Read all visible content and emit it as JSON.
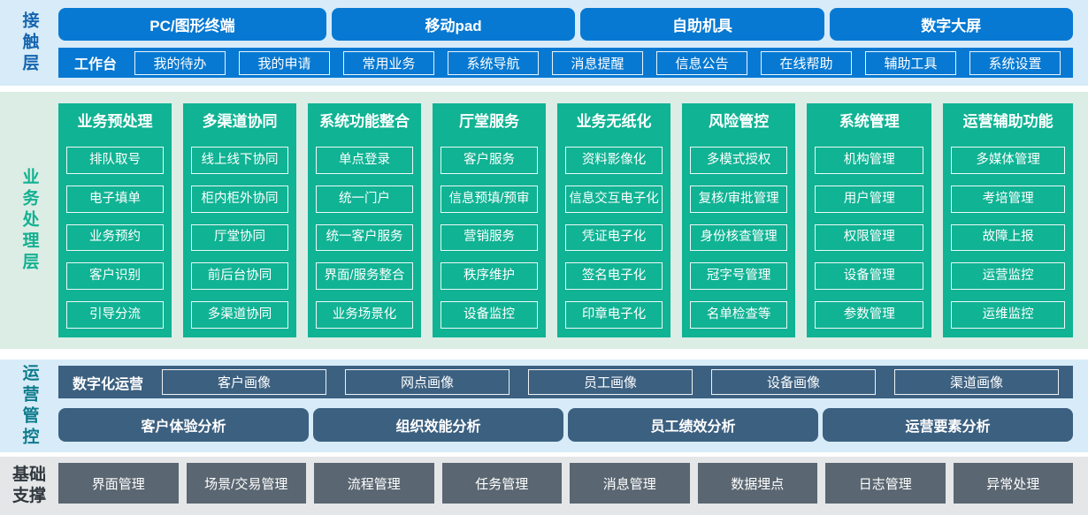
{
  "contact": {
    "label": "接触层",
    "channels": [
      "PC/图形终端",
      "移动pad",
      "自助机具",
      "数字大屏"
    ],
    "workbench": {
      "label": "工作台",
      "items": [
        "我的待办",
        "我的申请",
        "常用业务",
        "系统导航",
        "消息提醒",
        "信息公告",
        "在线帮助",
        "辅助工具",
        "系统设置"
      ]
    }
  },
  "business": {
    "label": "业务处理层",
    "columns": [
      {
        "title": "业务预处理",
        "items": [
          "排队取号",
          "电子填单",
          "业务预约",
          "客户识别",
          "引导分流"
        ]
      },
      {
        "title": "多渠道协同",
        "items": [
          "线上线下协同",
          "柜内柜外协同",
          "厅堂协同",
          "前后台协同",
          "多渠道协同"
        ]
      },
      {
        "title": "系统功能整合",
        "items": [
          "单点登录",
          "统一门户",
          "统一客户服务",
          "界面/服务整合",
          "业务场景化"
        ]
      },
      {
        "title": "厅堂服务",
        "items": [
          "客户服务",
          "信息预填/预审",
          "营销服务",
          "秩序维护",
          "设备监控"
        ]
      },
      {
        "title": "业务无纸化",
        "items": [
          "资料影像化",
          "信息交互电子化",
          "凭证电子化",
          "签名电子化",
          "印章电子化"
        ]
      },
      {
        "title": "风险管控",
        "items": [
          "多模式授权",
          "复核/审批管理",
          "身份核查管理",
          "冠字号管理",
          "名单检查等"
        ]
      },
      {
        "title": "系统管理",
        "items": [
          "机构管理",
          "用户管理",
          "权限管理",
          "设备管理",
          "参数管理"
        ]
      },
      {
        "title": "运营辅助功能",
        "items": [
          "多媒体管理",
          "考培管理",
          "故障上报",
          "运营监控",
          "运维监控"
        ]
      }
    ]
  },
  "operations": {
    "label": "运营管控",
    "digital": {
      "label": "数字化运营",
      "items": [
        "客户画像",
        "网点画像",
        "员工画像",
        "设备画像",
        "渠道画像"
      ]
    },
    "analysis": [
      "客户体验分析",
      "组织效能分析",
      "员工绩效分析",
      "运营要素分析"
    ]
  },
  "base": {
    "label": "基础支撑",
    "items": [
      "界面管理",
      "场景/交易管理",
      "流程管理",
      "任务管理",
      "消息管理",
      "数据埋点",
      "日志管理",
      "异常处理"
    ]
  },
  "colors": {
    "accent_blue": "#0779d2",
    "contact_bg": "#d7ebf8",
    "green_node": "#10b394",
    "business_bg": "#dcede5",
    "slate_blue": "#3c6080",
    "ops_bg": "#d7ecf8",
    "gray_node": "#5a6671",
    "base_bg": "#e4e6e8",
    "contact_label": "#1565b0",
    "business_label": "#13b191",
    "ops_label": "#0e7b8c",
    "base_label": "#2f363c"
  }
}
